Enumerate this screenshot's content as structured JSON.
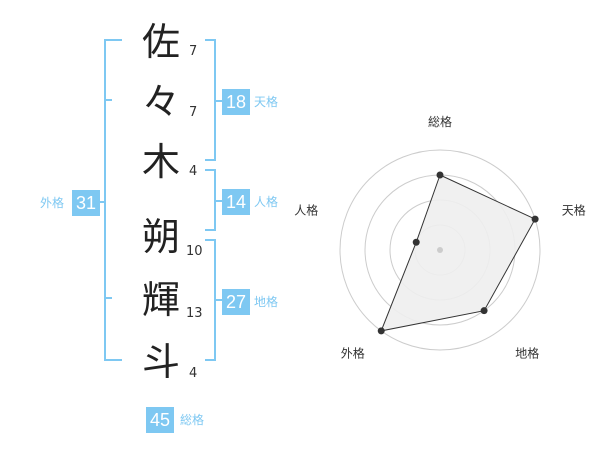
{
  "name_chars": [
    {
      "char": "佐",
      "strokes": "7"
    },
    {
      "char": "々",
      "strokes": "7"
    },
    {
      "char": "木",
      "strokes": "4"
    },
    {
      "char": "朔",
      "strokes": "10"
    },
    {
      "char": "輝",
      "strokes": "13"
    },
    {
      "char": "斗",
      "strokes": "4"
    }
  ],
  "scores": {
    "tenkaku": {
      "value": "18",
      "label": "天格"
    },
    "jinkaku": {
      "value": "14",
      "label": "人格"
    },
    "chikaku": {
      "value": "27",
      "label": "地格"
    },
    "gaikaku": {
      "value": "31",
      "label": "外格"
    },
    "soukaku": {
      "value": "45",
      "label": "総格"
    }
  },
  "colors": {
    "accent": "#7ec8f2",
    "text": "#222222",
    "grid": "#cccccc",
    "fill": "#eeeeee"
  },
  "chart_data": {
    "type": "radar",
    "axes": [
      "総格",
      "天格",
      "地格",
      "外格",
      "人格"
    ],
    "levels": 4,
    "range": [
      0,
      4
    ],
    "values": [
      3,
      4,
      3,
      4,
      1
    ]
  }
}
